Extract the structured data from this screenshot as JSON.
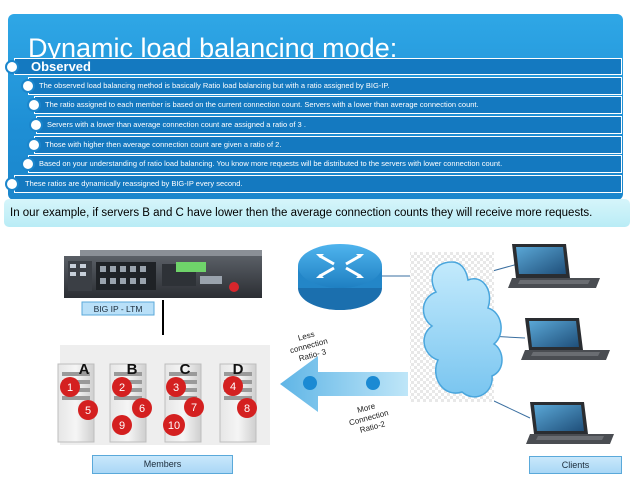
{
  "header": {
    "title": "Dynamic load balancing mode:",
    "section_label": "Observed",
    "bullets": [
      "The observed load balancing method is basically Ratio load balancing but with a ratio assigned by BIG-IP.",
      "The ratio assigned to each member is based on the current connection count. Servers with a lower than average connection count.",
      "Servers with a lower than average connection count are assigned a ratio of 3 .",
      "Those with higher then average connection count are given a ratio of 2.",
      "Based on your understanding of ratio load balancing. You know more requests will be distributed to the servers with lower connection count.",
      "These ratios are dynamically reassigned by BIG-IP every second."
    ]
  },
  "callout": "In our example, if servers B and C have lower then the average connection counts they will receive more requests.",
  "diagram": {
    "device_label": "BIG IP - LTM",
    "servers": [
      {
        "letter": "A",
        "numbers": [
          "1",
          "5"
        ]
      },
      {
        "letter": "B",
        "numbers": [
          "2",
          "6",
          "9"
        ]
      },
      {
        "letter": "C",
        "numbers": [
          "3",
          "7",
          "10"
        ]
      },
      {
        "letter": "D",
        "numbers": [
          "4",
          "8"
        ]
      }
    ],
    "less_label": [
      "Less",
      "connection",
      "Ratio- 3"
    ],
    "more_label": [
      "More",
      "Connection",
      "Ratio-2"
    ],
    "members_label": "Members",
    "clients_label": "Clients"
  },
  "colors": {
    "header_blue": "#1e8fd5",
    "bar_blue": "#1479c0",
    "callout_cyan": "#c5f0f8",
    "server_red": "#d42020",
    "router_blue": "#2a8fd0",
    "cloud_blue": "#8fd0f5"
  },
  "icons": [
    "router-icon",
    "cloud-icon",
    "laptop-icon",
    "server-icon",
    "load-balancer-icon",
    "arrow-left-icon"
  ]
}
